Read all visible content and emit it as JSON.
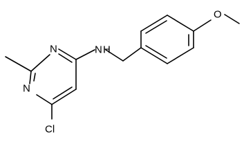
{
  "structure": {
    "labels": {
      "n_ring_top": "N",
      "n_ring_bottom": "N",
      "n_amine": "N",
      "h_amine": "H",
      "chlorine": "Cl",
      "oxygen": "O"
    },
    "colors": {
      "bond": "#000000",
      "text": "#000000",
      "background": "#ffffff"
    }
  }
}
